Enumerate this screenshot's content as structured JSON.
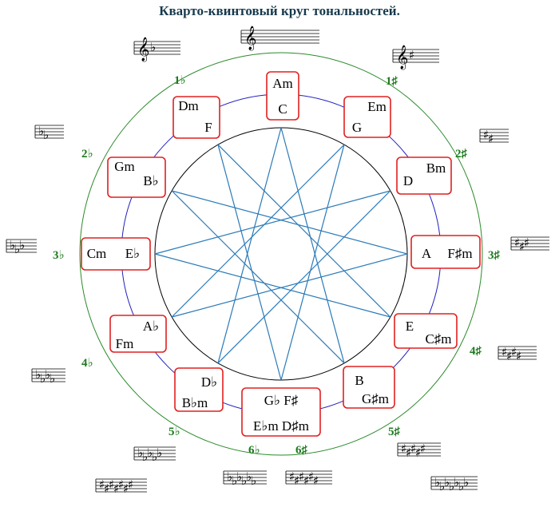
{
  "title": "Кварто-квинтовый круг тональностей.",
  "colors": {
    "outer_circle": "#2a8a2a",
    "middle_circle": "#2020c0",
    "inner_circle": "#000000",
    "star_lines": "#2a7ab8",
    "box_border": "#e02020",
    "count_label": "#1f7a1f"
  },
  "keys": [
    {
      "id": "c",
      "major": "C",
      "minor": "Am"
    },
    {
      "id": "g",
      "major": "G",
      "minor": "Em"
    },
    {
      "id": "d",
      "major": "D",
      "minor": "Bm"
    },
    {
      "id": "a",
      "major": "A",
      "minor": "F♯m"
    },
    {
      "id": "e",
      "major": "E",
      "minor": "C♯m"
    },
    {
      "id": "b",
      "major": "B",
      "minor": "G♯m"
    },
    {
      "id": "fs",
      "major": "G♭ F♯",
      "minor": "E♭m D♯m"
    },
    {
      "id": "db",
      "major": "D♭",
      "minor": "B♭m"
    },
    {
      "id": "ab",
      "major": "A♭",
      "minor": "Fm"
    },
    {
      "id": "eb",
      "major": "E♭",
      "minor": "Cm"
    },
    {
      "id": "bb",
      "major": "B♭",
      "minor": "Gm"
    },
    {
      "id": "f",
      "major": "F",
      "minor": "Dm"
    }
  ],
  "counts": {
    "sharp_1": "1♯",
    "sharp_2": "2♯",
    "sharp_3": "3♯",
    "sharp_4": "4♯",
    "sharp_5": "5♯",
    "sharp_6": "6♯",
    "flat_1": "1♭",
    "flat_2": "2♭",
    "flat_3": "3♭",
    "flat_4": "4♭",
    "flat_5": "5♭",
    "flat_6": "6♭"
  },
  "signatures": {
    "c": {
      "clef": "𝄞",
      "acc": ""
    },
    "g": {
      "clef": "𝄞",
      "acc": "♯"
    },
    "d": {
      "clef": "",
      "acc": "♯♯"
    },
    "a": {
      "clef": "",
      "acc": "♯♯♯"
    },
    "e": {
      "clef": "",
      "acc": "♯♯♯♯"
    },
    "b": {
      "clef": "",
      "acc": "♯♯♯♯♯"
    },
    "fs": {
      "clef": "",
      "acc": "♯♯♯♯♯♯"
    },
    "cs": {
      "clef": "",
      "acc": "♯♯♯♯♯♯♯"
    },
    "f": {
      "clef": "𝄞",
      "acc": "♭"
    },
    "bb": {
      "clef": "",
      "acc": "♭♭"
    },
    "eb": {
      "clef": "",
      "acc": "♭♭♭"
    },
    "ab": {
      "clef": "",
      "acc": "♭♭♭♭"
    },
    "db": {
      "clef": "",
      "acc": "♭♭♭♭♭"
    },
    "gb": {
      "clef": "",
      "acc": "♭♭♭♭♭♭"
    },
    "cb": {
      "clef": "",
      "acc": "♭♭♭♭♭♭♭"
    }
  }
}
